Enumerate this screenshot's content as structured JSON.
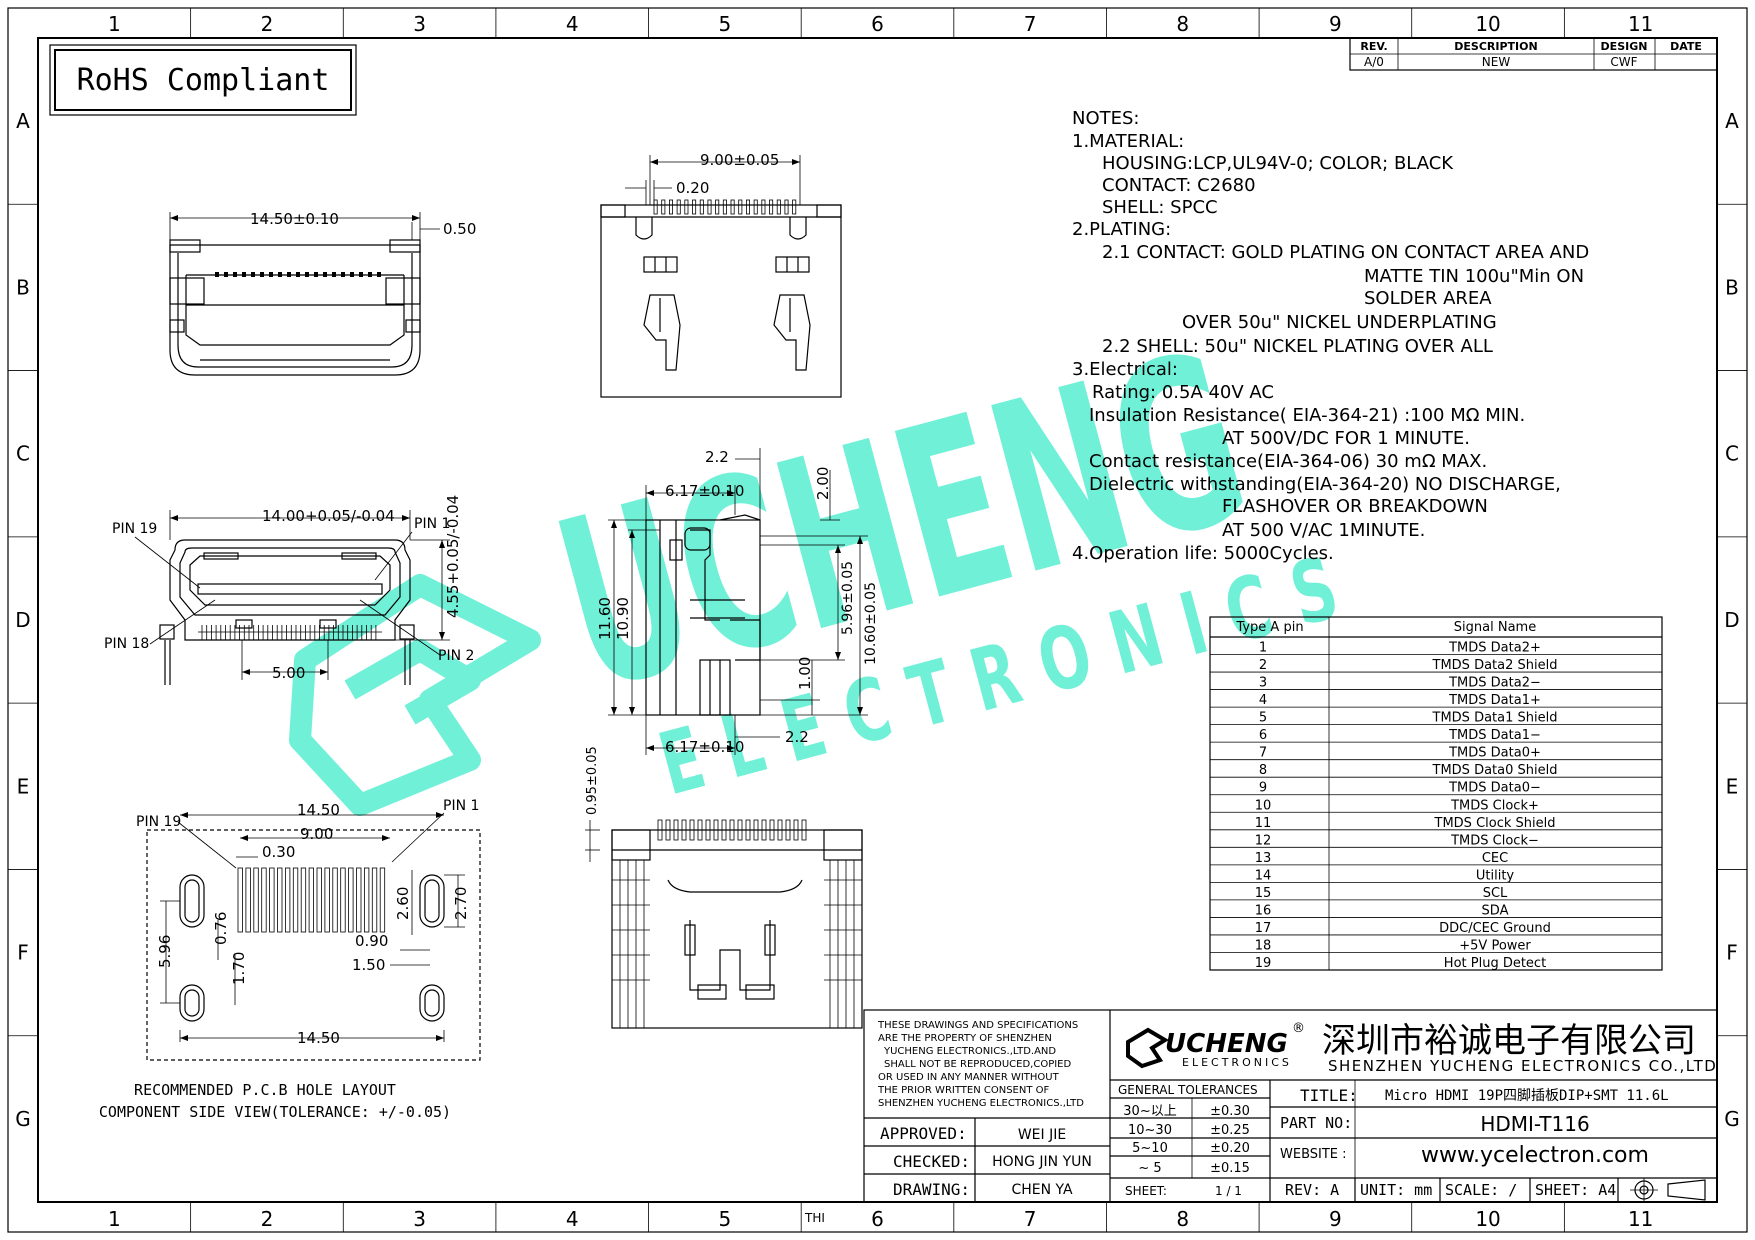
{
  "border": {
    "col_numbers": [
      "1",
      "2",
      "3",
      "4",
      "5",
      "6",
      "7",
      "8",
      "9",
      "10",
      "11"
    ],
    "row_letters": [
      "A",
      "B",
      "C",
      "D",
      "E",
      "F",
      "G"
    ],
    "bottom_extra": "THI"
  },
  "rohs": "RoHS Compliant",
  "revision_table": {
    "headers": [
      "REV.",
      "DESCRIPTION",
      "DESIGN",
      "DATE"
    ],
    "row": [
      "A/0",
      "NEW",
      "CWF",
      ""
    ]
  },
  "notes": [
    "NOTES:",
    "1.MATERIAL:",
    "HOUSING:LCP,UL94V-0; COLOR; BLACK",
    "CONTACT: C2680",
    "SHELL: SPCC",
    "2.PLATING:",
    "2.1 CONTACT: GOLD PLATING ON CONTACT AREA AND",
    "MATTE TIN 100u\"Min ON",
    "SOLDER AREA",
    "OVER 50u\" NICKEL UNDERPLATING",
    "2.2 SHELL: 50u\" NICKEL PLATING OVER ALL",
    "3.Electrical:",
    "Rating: 0.5A 40V AC",
    "Insulation Resistance( EIA-364-21) :100 MΩ MIN.",
    "AT 500V/DC FOR 1 MINUTE.",
    "Contact resistance(EIA-364-06) 30 mΩ MAX.",
    "Dielectric withstanding(EIA-364-20) NO DISCHARGE,",
    "FLASHOVER OR BREAKDOWN",
    "AT 500 V/AC 1MINUTE.",
    "4.Operation life: 5000Cycles."
  ],
  "pin_table": {
    "headers": [
      "Type A pin",
      "Signal Name"
    ],
    "rows": [
      [
        "1",
        "TMDS Data2+"
      ],
      [
        "2",
        "TMDS Data2 Shield"
      ],
      [
        "3",
        "TMDS Data2−"
      ],
      [
        "4",
        "TMDS Data1+"
      ],
      [
        "5",
        "TMDS Data1 Shield"
      ],
      [
        "6",
        "TMDS Data1−"
      ],
      [
        "7",
        "TMDS Data0+"
      ],
      [
        "8",
        "TMDS Data0 Shield"
      ],
      [
        "9",
        "TMDS Data0−"
      ],
      [
        "10",
        "TMDS Clock+"
      ],
      [
        "11",
        "TMDS Clock Shield"
      ],
      [
        "12",
        "TMDS Clock−"
      ],
      [
        "13",
        "CEC"
      ],
      [
        "14",
        "Utility"
      ],
      [
        "15",
        "SCL"
      ],
      [
        "16",
        "SDA"
      ],
      [
        "17",
        "DDC/CEC Ground"
      ],
      [
        "18",
        "+5V Power"
      ],
      [
        "19",
        "Hot Plug Detect"
      ]
    ]
  },
  "dimensions": {
    "top_view": {
      "width": "14.50±0.10",
      "gap": "0.50"
    },
    "front_view": {
      "width": "14.00+0.05/-0.04",
      "height": "4.55+0.05/-0.04",
      "pitch": "5.00",
      "pin19": "PIN 19",
      "pin1": "PIN 1",
      "pin18": "PIN 18",
      "pin2": "PIN 2"
    },
    "plan_view": {
      "width": "9.00±0.05",
      "pitch": "0.20"
    },
    "side_view": {
      "d1": "2.2",
      "d2": "6.17±0.10",
      "d3": "2.00",
      "d4": "11.60",
      "d5": "10.90",
      "d6": "5.96±0.05",
      "d7": "10.60±0.05",
      "d8": "1.00",
      "d9": "6.17±0.10",
      "d10": "2.2"
    },
    "bottom_view": {
      "d": "0.95±0.05"
    },
    "pcb": {
      "w1": "14.50",
      "w2": "9.00",
      "pitch": "0.30",
      "h1": "2.60",
      "h2": "2.70",
      "d1": "0.76",
      "d2": "1.70",
      "d3": "0.90",
      "d4": "1.50",
      "h3": "5.96",
      "w3": "14.50",
      "pin19": "PIN 19",
      "pin1": "PIN 1"
    }
  },
  "pcb_caption": [
    "RECOMMENDED P.C.B HOLE LAYOUT",
    "COMPONENT SIDE VIEW(TOLERANCE: +/-0.05)"
  ],
  "watermark": {
    "main": "UCHENG",
    "sub": "ELECTRONICS",
    "color": "#6af0d6"
  },
  "title_block": {
    "disclaimer": [
      "THESE DRAWINGS AND SPECIFICATIONS",
      "ARE THE PROPERTY OF SHENZHEN",
      "YUCHENG ELECTRONICS.,LTD.AND",
      "SHALL NOT BE REPRODUCED,COPIED",
      "OR USED IN ANY MANNER WITHOUT",
      "THE PRIOR WRITTEN CONSENT OF",
      "SHENZHEN YUCHENG ELECTRONICS.,LTD"
    ],
    "logo_main": "UCHENG",
    "logo_sub": "ELECTRONICS",
    "company_cn": "深圳市裕诚电子有限公司",
    "company_en": "SHENZHEN YUCHENG ELECTRONICS CO.,LTD",
    "approved_label": "APPROVED:",
    "approved": "WEI JIE",
    "checked_label": "CHECKED:",
    "checked": "HONG JIN YUN",
    "drawing_label": "DRAWING:",
    "drawing": "CHEN YA",
    "tolerance_title": "GENERAL TOLERANCES",
    "tolerances": [
      [
        "30~以上",
        "±0.30"
      ],
      [
        "10~30",
        "±0.25"
      ],
      [
        "5~10",
        "±0.20"
      ],
      [
        "~ 5",
        "±0.15"
      ]
    ],
    "sheet_label": "SHEET:",
    "sheet": "1 / 1",
    "title_label": "TITLE:",
    "title": "Micro HDMI 19P四脚插板DIP+SMT 11.6L",
    "part_label": "PART NO:",
    "part": "HDMI-T116",
    "website_label": "WEBSITE :",
    "website": "www.ycelectron.com",
    "rev": "REV: A",
    "unit": "UNIT: mm",
    "scale": "SCALE: /",
    "sheet_size": "SHEET: A4"
  }
}
